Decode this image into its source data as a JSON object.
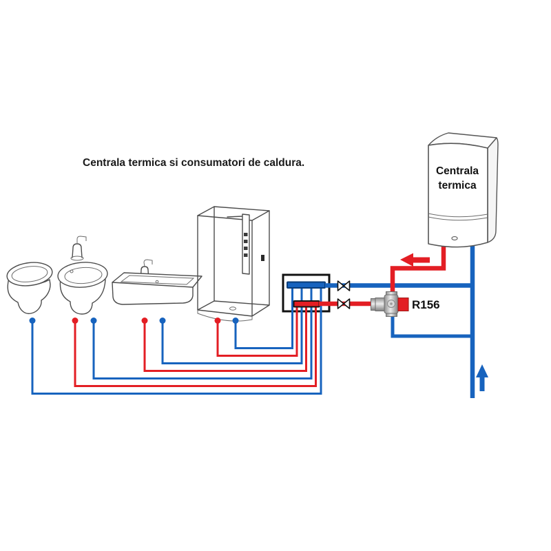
{
  "title": "Centrala termica si consumatori de caldura.",
  "boiler": {
    "label_line1": "Centrala",
    "label_line2": "termica"
  },
  "mixing_valve": {
    "label": "R156"
  },
  "colors": {
    "hot": "#e31e24",
    "hot_dark": "#9e1915",
    "cold": "#1763be",
    "cold_dark": "#0a3c78",
    "outline": "#1a1a1a",
    "fixture_line": "#4c4c4c"
  },
  "icons": {
    "hot_flow_arrow": "left-arrow",
    "cold_flow_arrow": "up-arrow",
    "shutoff_valve": "bowtie-valve-symbol",
    "mixing_valve_body": "three-way-valve"
  },
  "fixtures": [
    {
      "name": "toilet",
      "connections": [
        "cold"
      ]
    },
    {
      "name": "bidet",
      "connections": [
        "hot",
        "cold"
      ]
    },
    {
      "name": "sink",
      "connections": [
        "hot",
        "cold"
      ]
    },
    {
      "name": "shower",
      "connections": [
        "hot",
        "cold"
      ]
    }
  ]
}
